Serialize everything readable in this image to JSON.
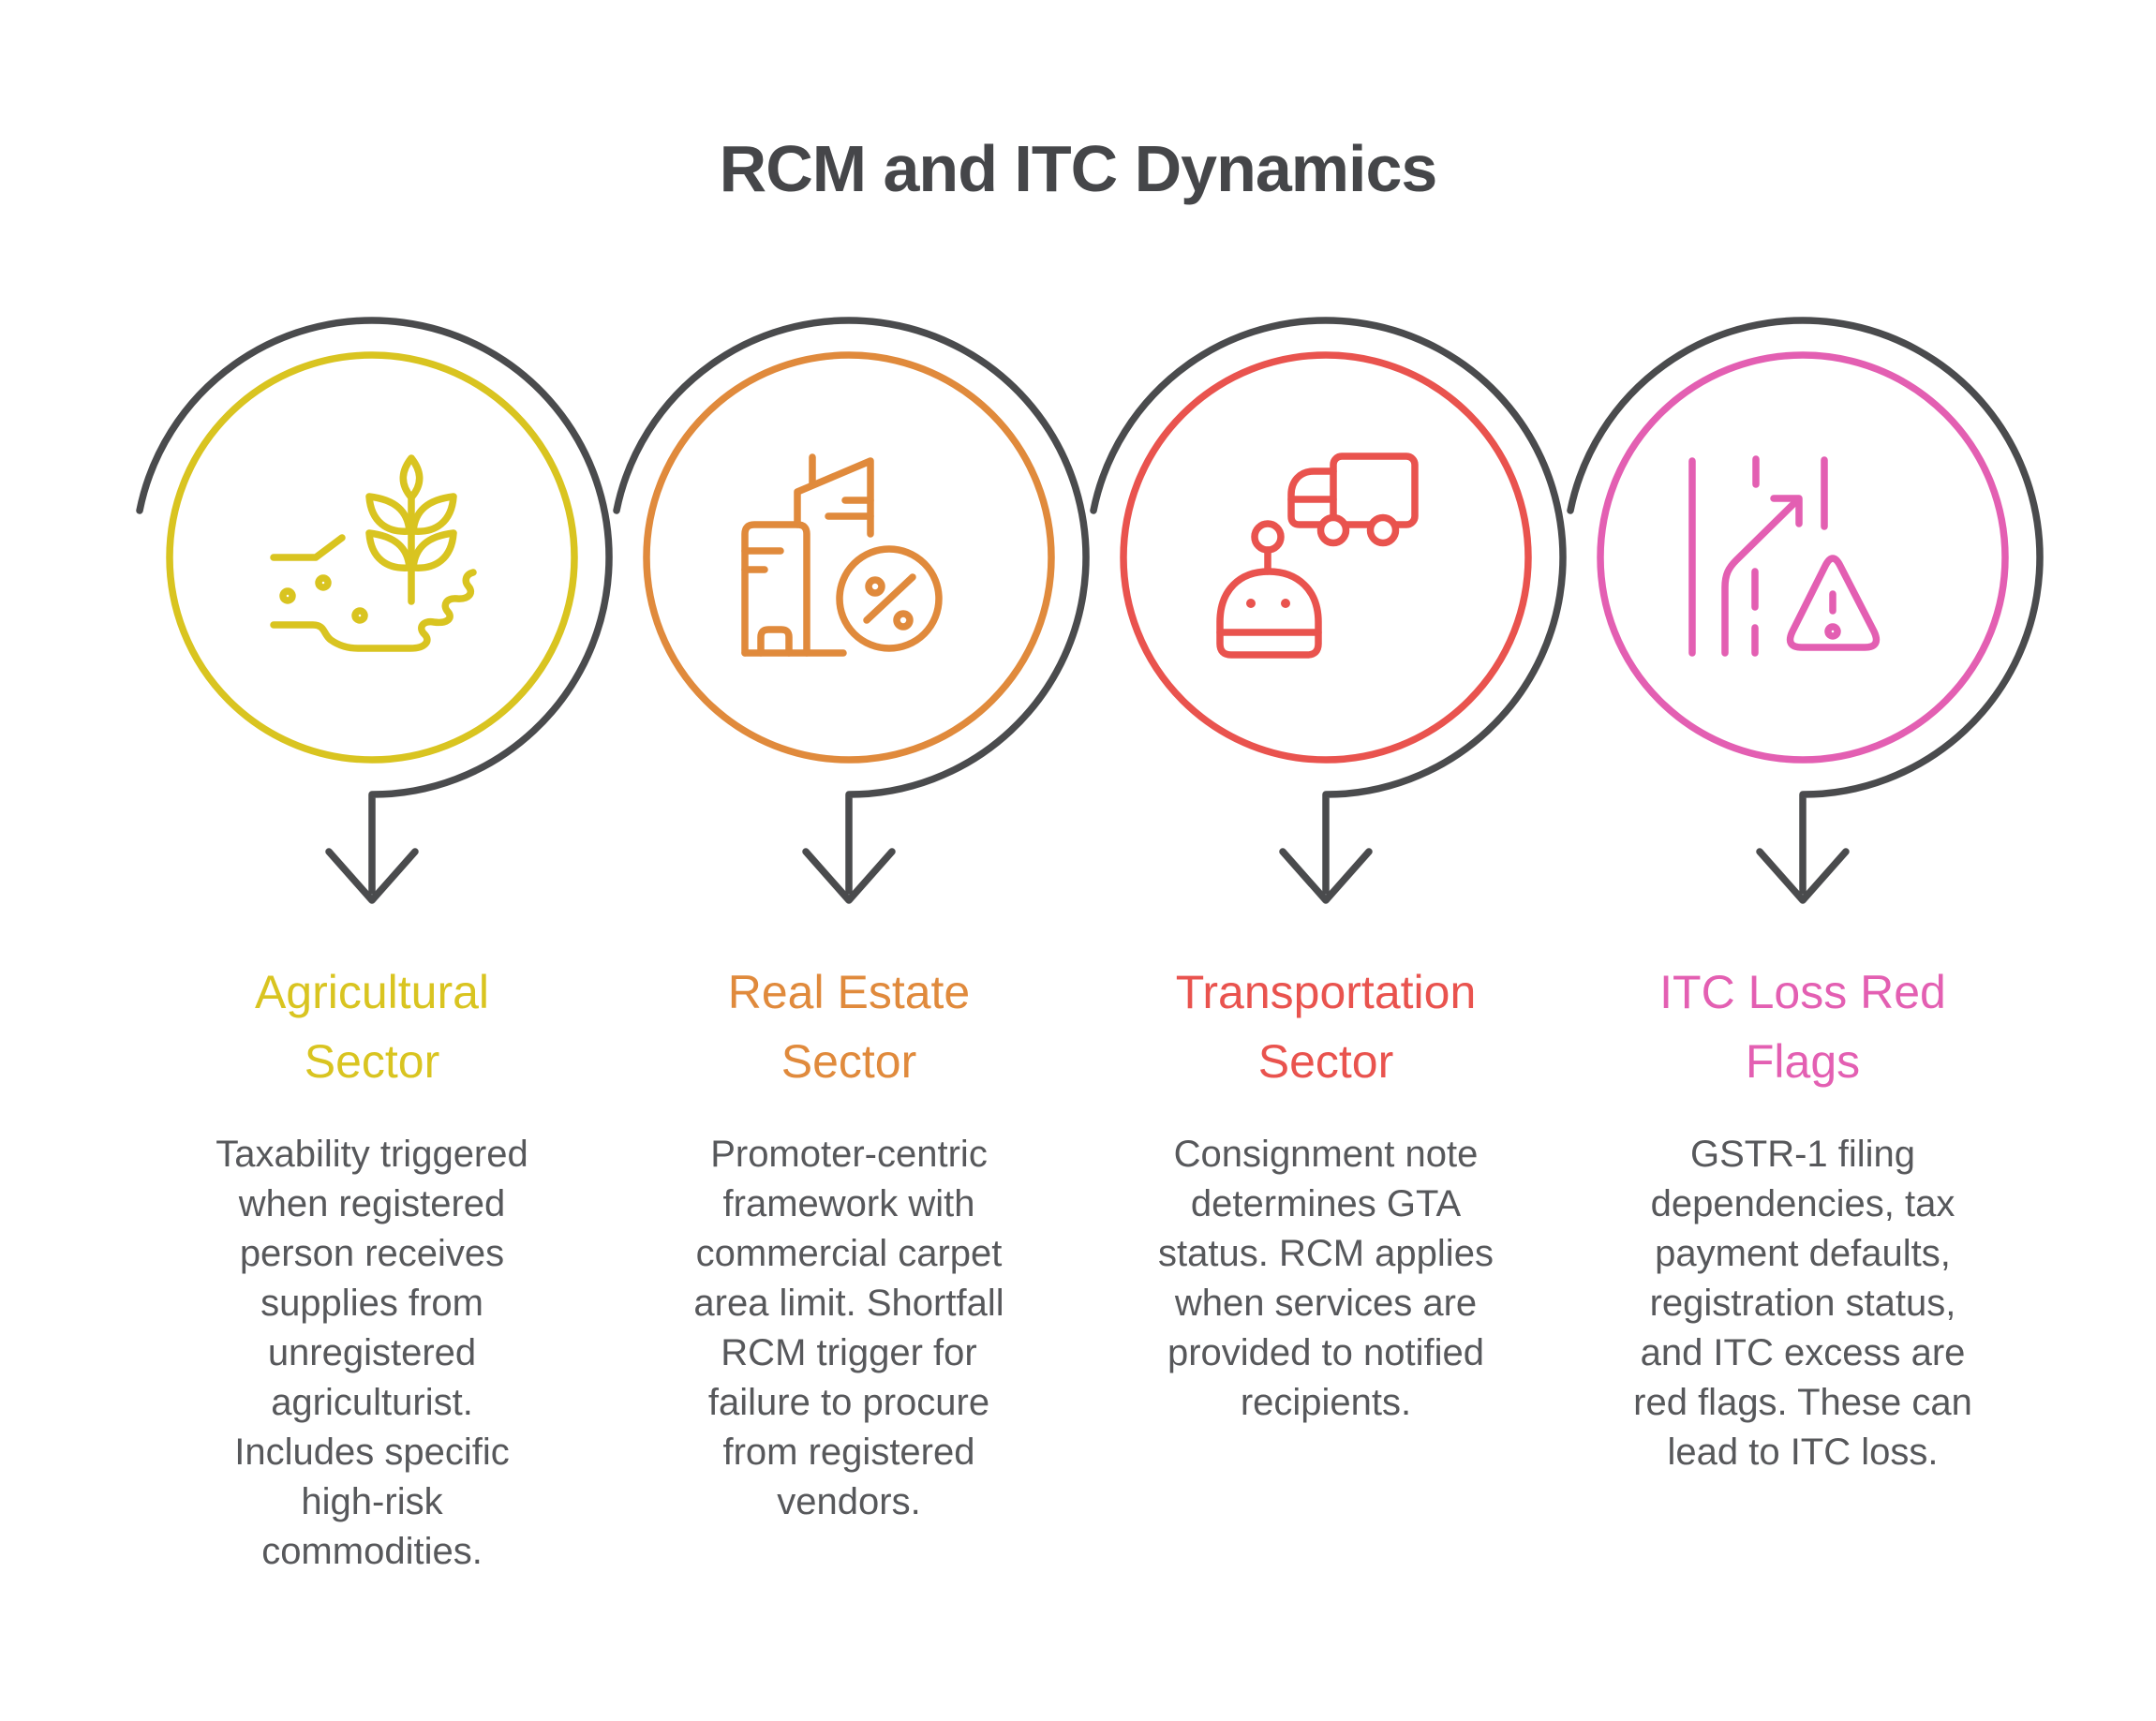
{
  "page": {
    "title": "RCM and ITC Dynamics",
    "title_color": "#454649",
    "background": "#ffffff"
  },
  "connector_color": "#4a4b4d",
  "modules": [
    {
      "title": "Agricultural\nSector",
      "description": "Taxability triggered\nwhen registered\nperson receives\nsupplies from\nunregistered\nagriculturist.\nIncludes specific\nhigh-risk\ncommodities.",
      "color": "#d9c420",
      "icon": "hand-wheat-icon"
    },
    {
      "title": "Real Estate\nSector",
      "description": "Promoter-centric\nframework with\ncommercial carpet\narea limit. Shortfall\nRCM trigger for\nfailure to procure\nfrom registered\nvendors.",
      "color": "#e08a3c",
      "icon": "buildings-percent-icon"
    },
    {
      "title": "Transportation\nSector",
      "description": "Consignment note\ndetermines GTA\nstatus. RCM applies\nwhen services are\nprovided to notified\nrecipients.",
      "color": "#e9534e",
      "icon": "truck-robot-icon"
    },
    {
      "title": "ITC Loss Red\nFlags",
      "description": "GSTR-1 filing\ndependencies, tax\npayment defaults,\nregistration status,\nand ITC excess are\nred flags. These can\nlead to ITC loss.",
      "color": "#e35fb2",
      "icon": "road-warning-icon"
    }
  ]
}
